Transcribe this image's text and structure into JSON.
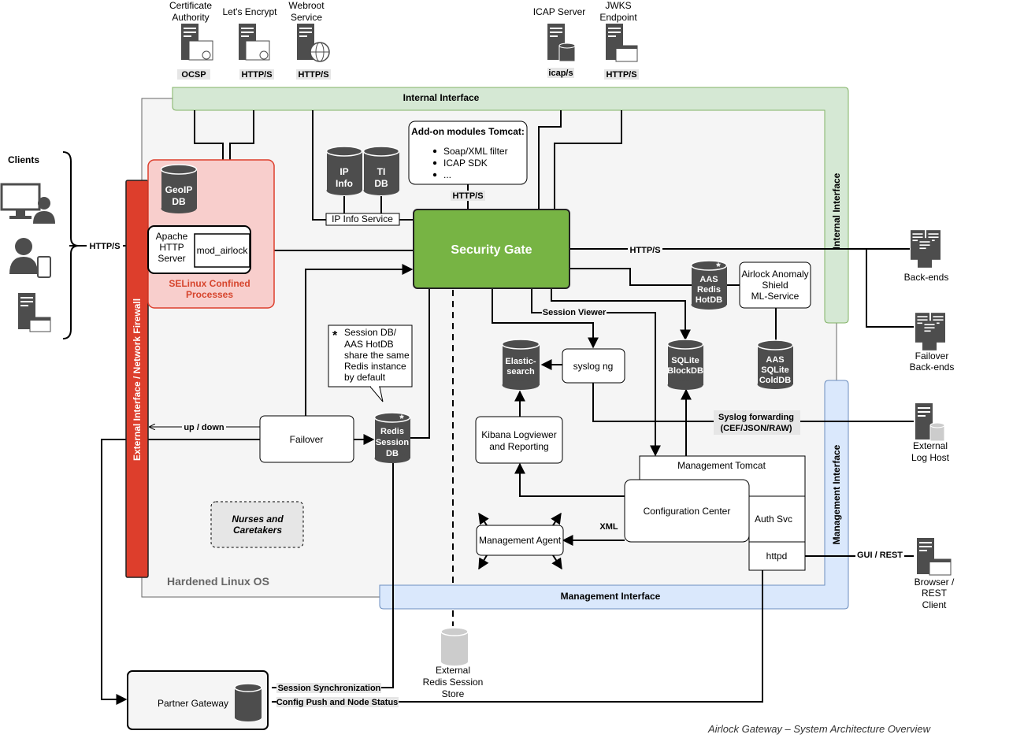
{
  "top_services": {
    "ca": {
      "name_line1": "Certificate",
      "name_line2": "Authority",
      "protocol": "OCSP"
    },
    "letsencrypt": {
      "name": "Let's Encrypt",
      "protocol": "HTTP/S"
    },
    "webroot": {
      "name_line1": "Webroot",
      "name_line2": "Service",
      "protocol": "HTTP/S"
    },
    "icap": {
      "name": "ICAP Server",
      "protocol": "icap/s"
    },
    "jwks": {
      "name_line1": "JWKS",
      "name_line2": "Endpoint",
      "protocol": "HTTP/S"
    }
  },
  "interfaces": {
    "internal_top": "Internal Interface",
    "internal_right": "Internal Interface",
    "external_firewall": "External Interface / Network Firewall",
    "management_bottom": "Management Interface",
    "management_right": "Management Interface"
  },
  "clients": {
    "title": "Clients",
    "protocol": "HTTP/S"
  },
  "selinux": {
    "geoip_line1": "GeoIP",
    "geoip_line2": "DB",
    "apache_line1": "Apache",
    "apache_line2": "HTTP",
    "apache_line3": "Server",
    "mod_airlock": "mod_airlock",
    "label_line1": "SELinux Confined",
    "label_line2": "Processes"
  },
  "dbs": {
    "ip_info_line1": "IP",
    "ip_info_line2": "Info",
    "ti_line1": "TI",
    "ti_line2": "DB",
    "ip_info_service": "IP Info Service",
    "aas_hot_line1": "AAS",
    "aas_hot_line2": "Redis",
    "aas_hot_line3": "HotDB",
    "sqlite_block_line1": "SQLite",
    "sqlite_block_line2": "BlockDB",
    "aas_cold_line1": "AAS",
    "aas_cold_line2": "SQLite",
    "aas_cold_line3": "ColdDB",
    "elastic_line1": "Elastic-",
    "elastic_line2": "search",
    "redis_line1": "Redis",
    "redis_line2": "Session",
    "redis_line3": "DB",
    "asterisk": "*"
  },
  "addons": {
    "title": "Add-on modules Tomcat:",
    "items": [
      "Soap/XML filter",
      "ICAP SDK",
      "..."
    ],
    "protocol": "HTTP/S"
  },
  "security_gate": "Security Gate",
  "anomaly": {
    "line1": "Airlock Anomaly",
    "line2": "Shield",
    "line3": "ML-Service"
  },
  "backends": {
    "http_label": "HTTP/S",
    "backends": "Back-ends",
    "failover_line1": "Failover",
    "failover_line2": "Back-ends"
  },
  "session_note": {
    "star": "*",
    "lines": [
      "Session DB/",
      "AAS HotDB",
      "share the same",
      "Redis instance",
      "by default"
    ]
  },
  "session_viewer": "Session Viewer",
  "syslog_ng": "syslog ng",
  "syslog_forward": {
    "line1": "Syslog forwarding",
    "line2": "(CEF/JSON/RAW)"
  },
  "external_log": {
    "line1": "External",
    "line2": "Log Host"
  },
  "kibana": {
    "line1": "Kibana Logviewer",
    "line2": "and Reporting"
  },
  "failover": {
    "label": "Failover",
    "updown": "up / down"
  },
  "nurses": {
    "line1": "Nurses and",
    "line2": "Caretakers"
  },
  "hardened_os": "Hardened Linux OS",
  "management": {
    "tomcat": "Management Tomcat",
    "config_center": "Configuration Center",
    "auth_svc": "Auth Svc",
    "httpd": "httpd",
    "agent": "Management Agent",
    "xml": "XML",
    "gui_rest": "GUI / REST"
  },
  "browser_client": {
    "line1": "Browser /",
    "line2": "REST",
    "line3": "Client"
  },
  "external_redis": {
    "line1": "External",
    "line2": "Redis Session",
    "line3": "Store"
  },
  "partner_gateway": {
    "label": "Partner Gateway",
    "session_sync": "Session Synchronization",
    "config_push": "Config Push and Node Status"
  },
  "caption": "Airlock Gateway – System Architecture Overview",
  "colors": {
    "security_gate": "#77b444",
    "internal_interface": "#d5e8d4",
    "management_interface": "#dae8fc",
    "firewall": "#dd3e2c",
    "selinux": "#f8cecc",
    "selinux_text": "#d6452d",
    "db_dark": "#4d4d4d",
    "db_light": "#cccccc"
  }
}
